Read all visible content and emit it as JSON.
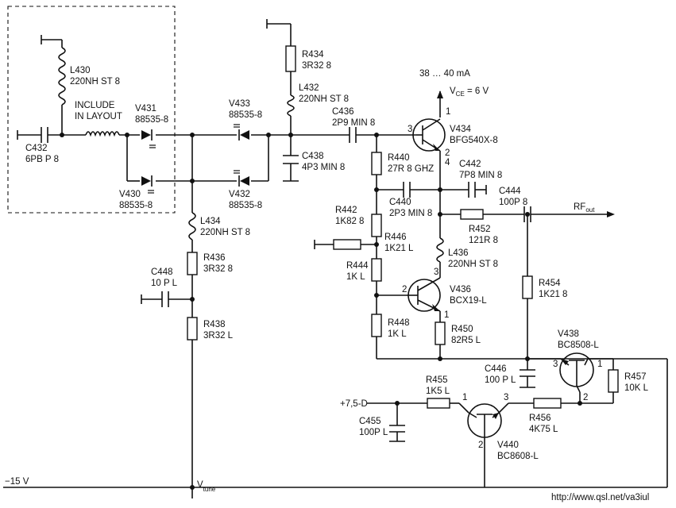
{
  "labels": {
    "L430": "L430",
    "L430_v": "220NH ST 8",
    "include1": "INCLUDE",
    "include2": "IN LAYOUT",
    "C432": "C432",
    "C432_v": "6PB P 8",
    "V431": "V431",
    "V431_v": "88535-8",
    "V430": "V430",
    "V430_v": "88535-8",
    "V433": "V433",
    "V433_v": "88535-8",
    "V432": "V432",
    "V432_v": "88535-8",
    "R434": "R434",
    "R434_v": "3R32 8",
    "L432": "L432",
    "L432_v": "220NH ST 8",
    "C436": "C436",
    "C436_v": "2P9 MIN 8",
    "C438": "C438",
    "C438_v": "4P3 MIN 8",
    "L434": "L434",
    "L434_v": "220NH ST 8",
    "R436": "R436",
    "R436_v": "3R32 8",
    "C448": "C448",
    "C448_v": "10 P L",
    "R438": "R438",
    "R438_v": "3R32 L",
    "current": "38 … 40 mA",
    "vce_pre": "V",
    "vce_sub": "CE",
    "vce_post": " = 6 V",
    "V434": "V434",
    "V434_v": "BFG540X-8",
    "R440": "R440",
    "R440_v": "27R 8 GHZ",
    "C442": "C442",
    "C442_v": "7P8 MIN 8",
    "C440": "C440",
    "C440_v": "2P3 MIN 8",
    "C444": "C444",
    "C444_v": "100P 8",
    "rf_pre": "RF",
    "rf_sub": "out",
    "R442": "R442",
    "R442_v": "1K82 8",
    "R446": "R446",
    "R446_v": "1K21 L",
    "R452": "R452",
    "R452_v": "121R 8",
    "L436": "L436",
    "L436_v": "220NH ST 8",
    "R444": "R444",
    "R444_v": "1K L",
    "V436": "V436",
    "V436_v": "BCX19-L",
    "R454": "R454",
    "R454_v": "1K21 8",
    "R448": "R448",
    "R448_v": "1K L",
    "R450": "R450",
    "R450_v": "82R5 L",
    "V438": "V438",
    "V438_v": "BC8508-L",
    "C446": "C446",
    "C446_v": "100 P L",
    "R457": "R457",
    "R457_v": "10K L",
    "R455": "R455",
    "R455_v": "1K5 L",
    "supply": "+7,5-D",
    "C455": "C455",
    "C455_v": "100P L",
    "R456": "R456",
    "R456_v": "4K75 L",
    "V440": "V440",
    "V440_v": "BC8608-L",
    "neg15": "−15 V",
    "vtune_pre": "V",
    "vtune_sub": "tune",
    "url": "http://www.qsl.net/va3iul",
    "p1a": "1",
    "p2a": "2",
    "p3a": "3",
    "p4a": "4",
    "p1b": "1",
    "p2b": "2",
    "p3b": "3",
    "p1c": "1",
    "p2c": "2",
    "p3c": "3",
    "p1d": "1",
    "p2d": "2",
    "p3d": "3"
  },
  "notes": {
    "dashed_region": "INCLUDE IN LAYOUT"
  }
}
